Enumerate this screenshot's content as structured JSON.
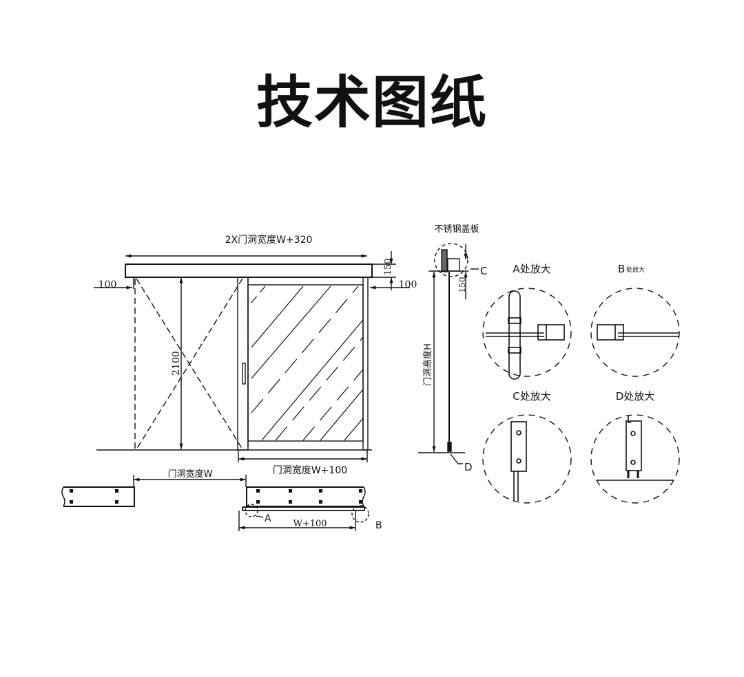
{
  "title": "技术图纸",
  "front_view": {
    "overall_width": "2X门洞宽度W+320",
    "left_offset": "100",
    "right_offset": "100",
    "header_height": "150",
    "door_height": "2100",
    "leaf_width": "门洞宽度W+100"
  },
  "plan_view": {
    "opening_width": "门洞宽度W",
    "track_width": "W+100",
    "callout_a": "A",
    "callout_b": "B"
  },
  "side_view": {
    "cover_label": "不锈钢盖板",
    "height_label": "门洞高度H",
    "dim_150": "150",
    "callout_c": "C",
    "callout_d": "D"
  },
  "details": {
    "a": "A处放大",
    "b_letter": "B",
    "b_text": "处放大",
    "c": "C处放大",
    "d": "D处放大"
  },
  "colors": {
    "line": "#111111",
    "background": "#ffffff"
  }
}
